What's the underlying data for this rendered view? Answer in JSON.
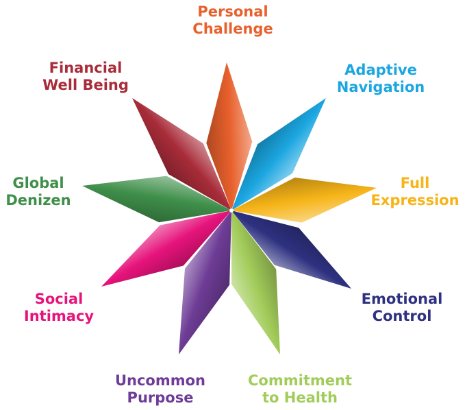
{
  "diagram": {
    "center_color": "#ffffff",
    "points": [
      {
        "id": "personal-challenge",
        "line1": "Personal",
        "line2": "Challenge",
        "color": "#E8602C"
      },
      {
        "id": "adaptive-navigation",
        "line1": "Adaptive",
        "line2": "Navigation",
        "color": "#1BA6E0"
      },
      {
        "id": "full-expression",
        "line1": "Full",
        "line2": "Expression",
        "color": "#F6B418"
      },
      {
        "id": "emotional-control",
        "line1": "Emotional",
        "line2": "Control",
        "color": "#2E3180"
      },
      {
        "id": "commitment-to-health",
        "line1": "Commitment",
        "line2": "to Health",
        "color": "#A2CC5A"
      },
      {
        "id": "uncommon-purpose",
        "line1": "Uncommon",
        "line2": "Purpose",
        "color": "#6E3C96"
      },
      {
        "id": "social-intimacy",
        "line1": "Social",
        "line2": "Intimacy",
        "color": "#E6137B"
      },
      {
        "id": "global-denizen",
        "line1": "Global",
        "line2": "Denizen",
        "color": "#3F8F4A"
      },
      {
        "id": "financial-well-being",
        "line1": "Financial",
        "line2": "Well Being",
        "color": "#A82C39"
      }
    ]
  }
}
